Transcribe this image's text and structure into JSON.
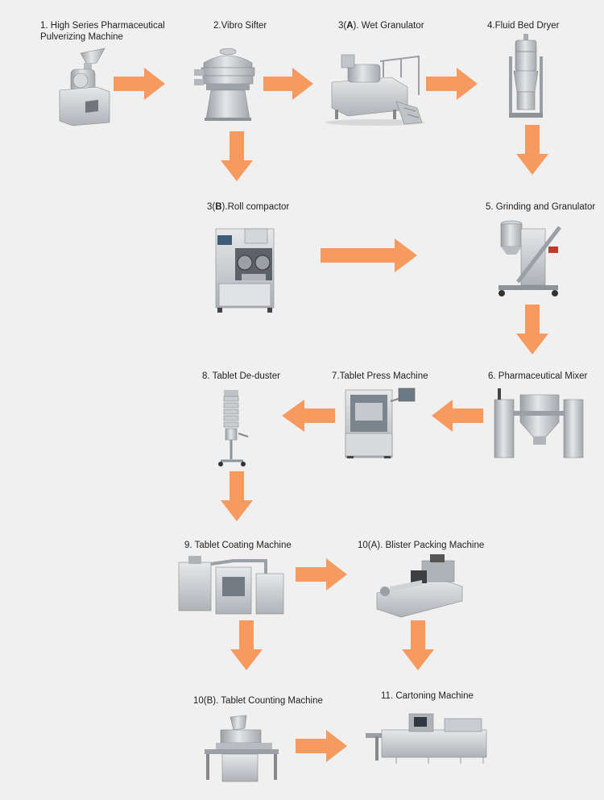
{
  "colors": {
    "arrow": "#f79a5f",
    "background": "#f0f0f0",
    "steel": "#c9ccd0",
    "steel_dark": "#8e9398"
  },
  "steps": {
    "s1": {
      "label_line1": "1. High Series Pharmaceutical",
      "label_line2": "Pulverizing Machine"
    },
    "s2": {
      "label": "2.Vibro Sifter"
    },
    "s3a": {
      "label_pre": "3(",
      "label_bold": "A",
      "label_post": "). Wet Granulator"
    },
    "s4": {
      "label": "4.Fluid Bed Dryer"
    },
    "s3b": {
      "label_pre": "3(",
      "label_bold": "B",
      "label_post": ").Roll compactor"
    },
    "s5": {
      "label": "5. Grinding and Granulator"
    },
    "s6": {
      "label": "6. Pharmaceutical Mixer"
    },
    "s7": {
      "label": "7.Tablet Press Machine"
    },
    "s8": {
      "label": "8. Tablet De-duster"
    },
    "s9": {
      "label": "9. Tablet Coating Machine"
    },
    "s10a": {
      "label": "10(A). Blister Packing Machine"
    },
    "s10b": {
      "label": "10(B). Tablet Counting Machine"
    },
    "s11": {
      "label": "11. Cartoning Machine"
    }
  }
}
